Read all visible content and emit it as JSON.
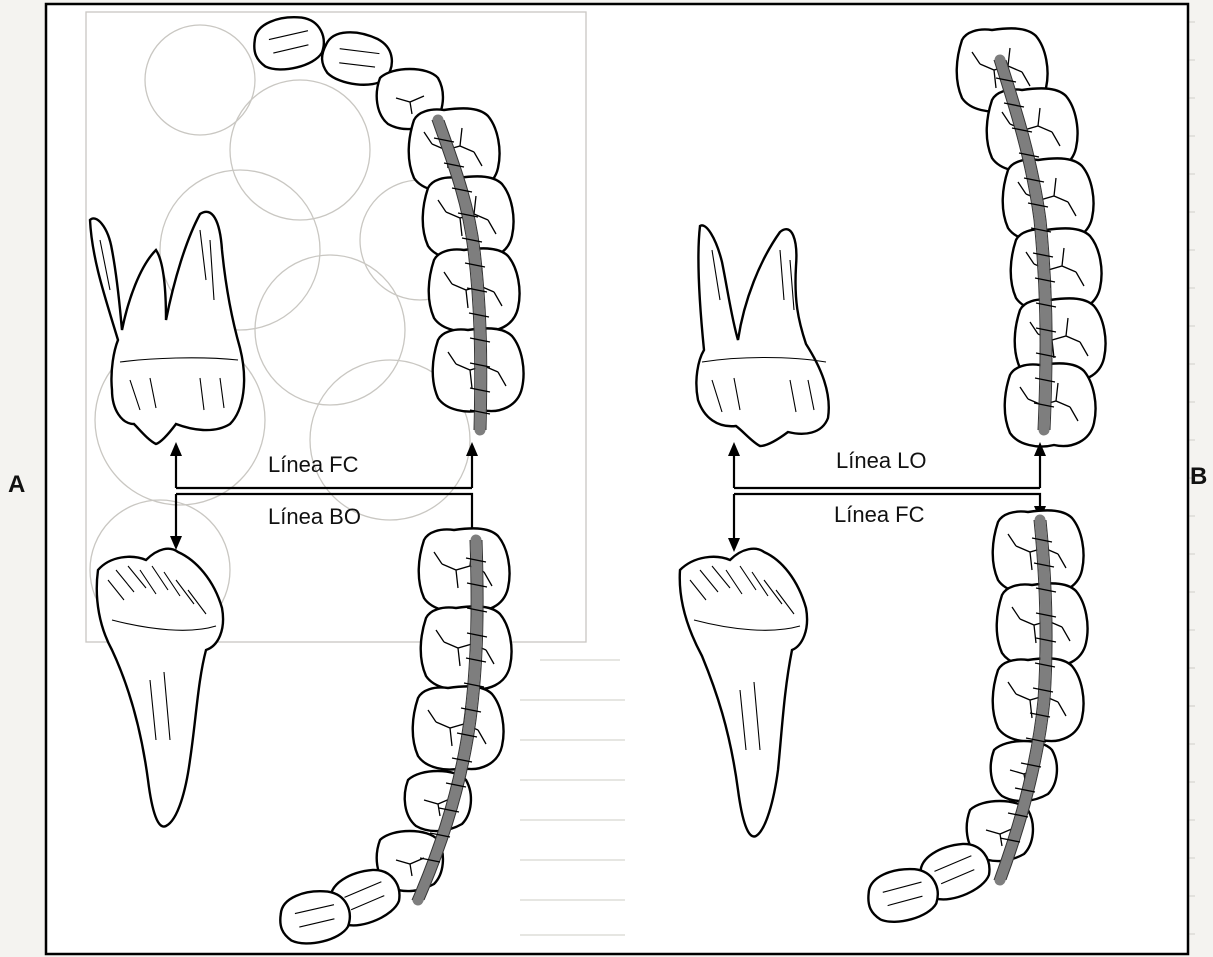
{
  "panels": {
    "A": {
      "letter": "A",
      "label_upper": "Línea FC",
      "label_lower": "Línea BO"
    },
    "B": {
      "letter": "B",
      "label_upper": "Línea LO",
      "label_lower": "Línea FC"
    }
  },
  "colors": {
    "ink": "#000000",
    "band": "#7e7e7e",
    "paper": "#ffffff",
    "background": "#f4f3f0",
    "ghost_text": "#d8d6d1"
  }
}
